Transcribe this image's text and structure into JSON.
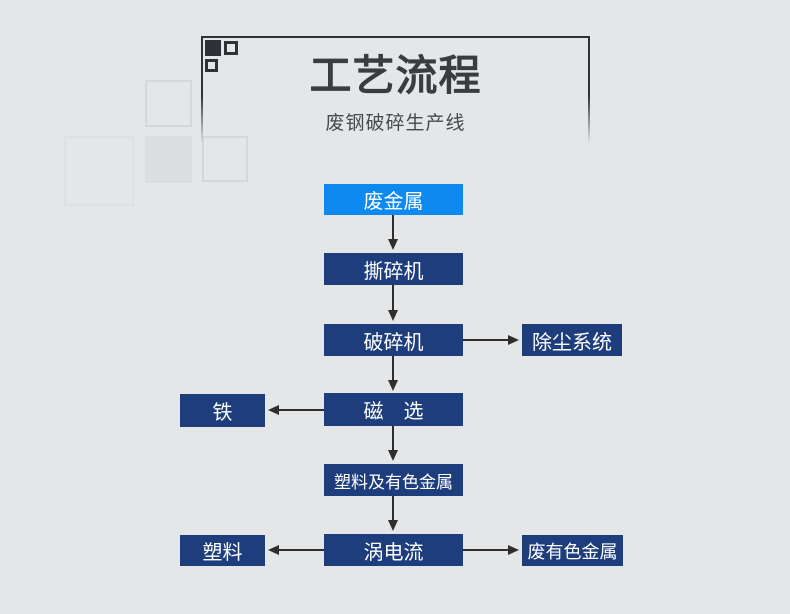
{
  "header": {
    "title": "工艺流程",
    "subtitle": "废钢破碎生产线"
  },
  "flow": {
    "nodes": {
      "waste_metal": {
        "label": "废金属"
      },
      "shredder": {
        "label": "撕碎机"
      },
      "crusher": {
        "label": "破碎机"
      },
      "dust_system": {
        "label": "除尘系统"
      },
      "magnetic_separation": {
        "label": "磁　选"
      },
      "iron": {
        "label": "铁"
      },
      "plastic_nonferrous": {
        "label": "塑料及有色金属"
      },
      "eddy_current": {
        "label": "涡电流"
      },
      "plastic": {
        "label": "塑料"
      },
      "waste_nonferrous": {
        "label": "废有色金属"
      }
    }
  },
  "colors": {
    "background": "#e5e6e7",
    "frame": "#2e3138",
    "start_node": "#0e89ef",
    "node": "#1e3d7d",
    "node_text": "#ffffff",
    "arrow": "#2e2e2e",
    "title_text": "#3a3d40",
    "deco_square": "#d6d7d8"
  }
}
